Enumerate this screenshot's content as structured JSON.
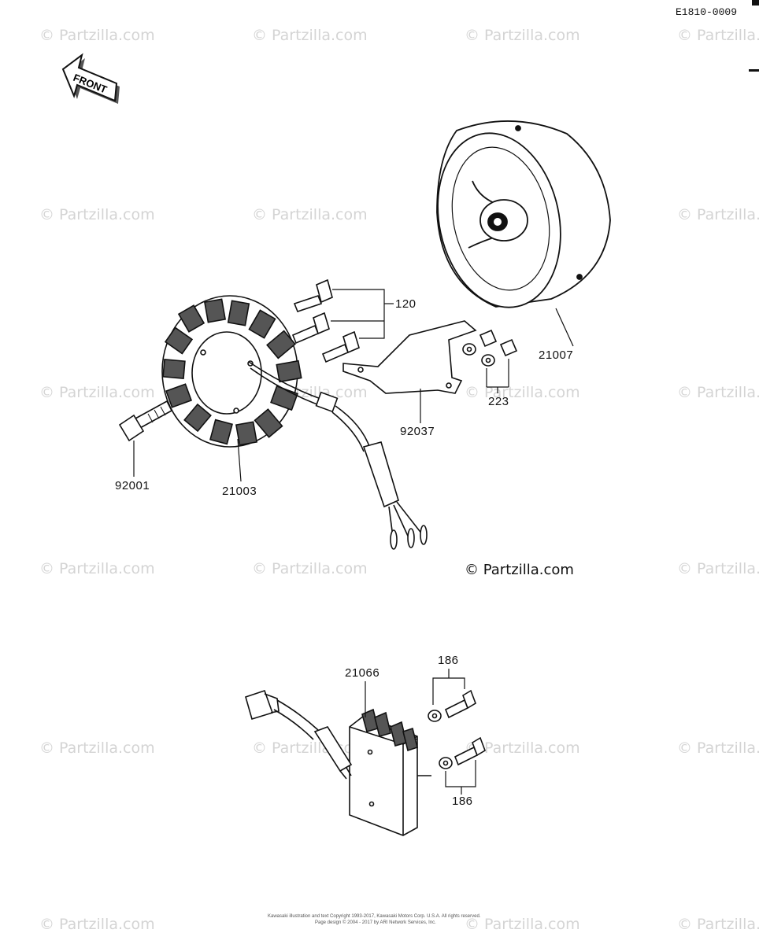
{
  "diagram": {
    "code": "E1810-0009",
    "front_label": "FRONT",
    "watermark": "© Partzilla.com",
    "copyright_main": "© Partzilla.com",
    "legal_line_1": "Kawasaki illustration and text Copyright 1993-2017, Kawasaki Motors Corp. U.S.A. All rights reserved.",
    "legal_line_2": "Page design © 2004 - 2017 by ARI Network Services, Inc.",
    "parts": {
      "p120": "120",
      "p21007": "21007",
      "p223": "223",
      "p92037": "92037",
      "p92001": "92001",
      "p21003": "21003",
      "p21066": "21066",
      "p186_top": "186",
      "p186_bottom": "186"
    }
  }
}
